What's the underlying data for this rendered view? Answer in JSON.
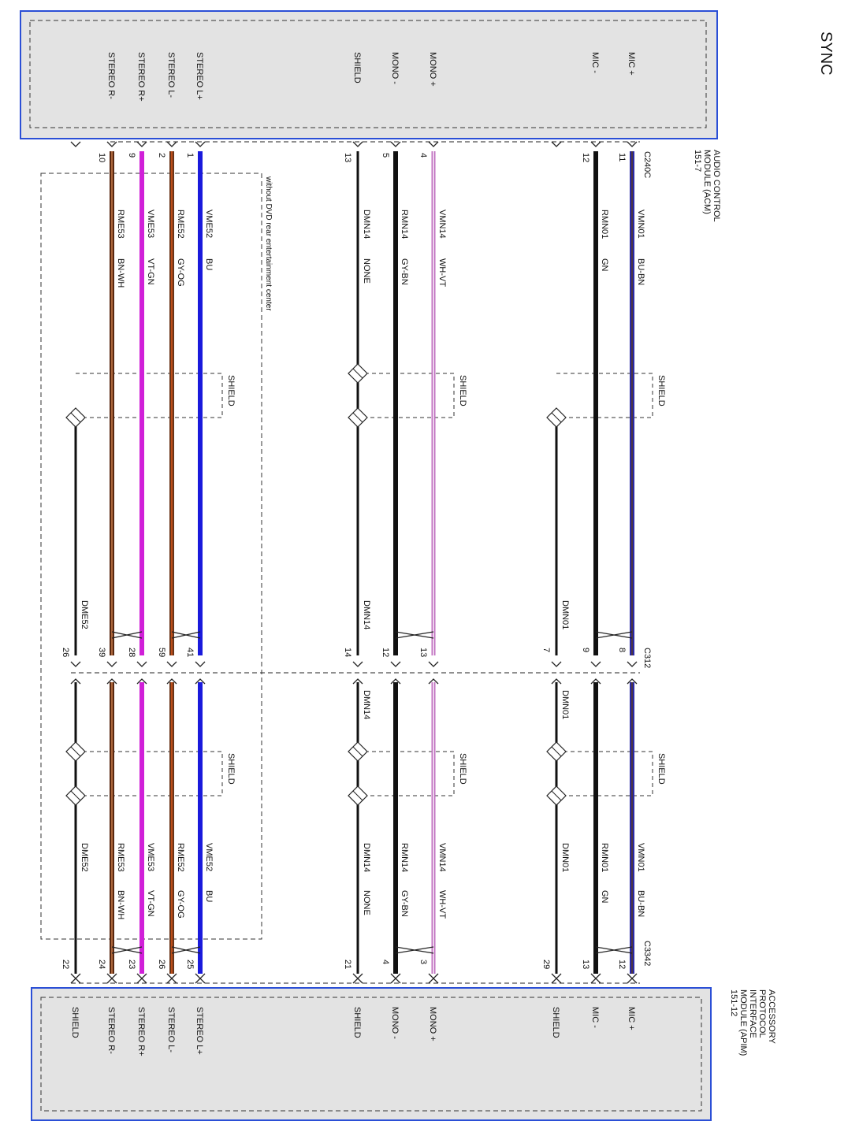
{
  "page_title": "SYNC",
  "top_module": {
    "name_lines": [
      "AUDIO CONTROL",
      "MODULE (ACM)",
      "151-7"
    ],
    "connector": "C240C",
    "pins": [
      "MIC +",
      "MIC -",
      "MONO +",
      "MONO -",
      "SHIELD",
      "STEREO L+",
      "STEREO L-",
      "STEREO R+",
      "STEREO R-"
    ]
  },
  "bottom_module": {
    "name_lines": [
      "ACCESSORY",
      "PROTOCOL",
      "INTERFACE",
      "MODULE (APIM)",
      "151-12"
    ],
    "connector": "C3342",
    "pins": [
      "MIC +",
      "MIC -",
      "SHIELD",
      "MONO +",
      "MONO -",
      "SHIELD",
      "STEREO L+",
      "STEREO L-",
      "STEREO R+",
      "STEREO R-",
      "SHIELD"
    ]
  },
  "inline_connector": "C312",
  "shield_label": "SHIELD",
  "option_note": "without DVD rear entertainment center",
  "wires": [
    {
      "id": "mic-plus",
      "circuit": "VMN01",
      "color": "BU-BN",
      "top_pin": "11",
      "mid_pin_a": "8",
      "mid_pin_b": "8",
      "bottom_pin": "12",
      "stroke": "#2a2aa8",
      "stripe": "#5b3a1a"
    },
    {
      "id": "mic-minus",
      "circuit": "RMN01",
      "color": "GN",
      "top_pin": "12",
      "mid_pin_a": "9",
      "mid_pin_b": "9",
      "bottom_pin": "13",
      "stroke": "#111111",
      "stripe": ""
    },
    {
      "id": "mic-drain",
      "circuit": "DMN01",
      "color": "",
      "top_pin": "",
      "mid_pin_a": "7",
      "mid_pin_b": "7",
      "bottom_pin": "29",
      "stroke": "#111111",
      "stripe": ""
    },
    {
      "id": "mono-plus",
      "circuit": "VMN14",
      "color": "WH-VT",
      "top_pin": "4",
      "mid_pin_a": "13",
      "mid_pin_b": "13",
      "bottom_pin": "3",
      "stroke": "#c070c0",
      "stripe": "#ffffff"
    },
    {
      "id": "mono-minus",
      "circuit": "RMN14",
      "color": "GY-BN",
      "top_pin": "5",
      "mid_pin_a": "12",
      "mid_pin_b": "12",
      "bottom_pin": "4",
      "stroke": "#111111",
      "stripe": ""
    },
    {
      "id": "mono-shield",
      "circuit": "DMN14",
      "color": "NONE",
      "top_pin": "13",
      "mid_pin_a": "14",
      "mid_pin_b": "14",
      "bottom_pin": "21",
      "stroke": "#111111",
      "stripe": ""
    },
    {
      "id": "stereo-l-plus",
      "circuit": "VME52",
      "color": "BU",
      "top_pin": "1",
      "mid_pin_a": "41",
      "mid_pin_b": "41",
      "bottom_pin": "25",
      "stroke": "#1a1adc",
      "stripe": ""
    },
    {
      "id": "stereo-l-minus",
      "circuit": "RME52",
      "color": "GY-OG",
      "top_pin": "2",
      "mid_pin_a": "59",
      "mid_pin_b": "59",
      "bottom_pin": "26",
      "stroke": "#6a3418",
      "stripe": "#e05a1a"
    },
    {
      "id": "stereo-r-plus",
      "circuit": "VME53",
      "color": "VT-GN",
      "top_pin": "9",
      "mid_pin_a": "28",
      "mid_pin_b": "28",
      "bottom_pin": "23",
      "stroke": "#d020d8",
      "stripe": ""
    },
    {
      "id": "stereo-r-minus",
      "circuit": "RME53",
      "color": "BN-WH",
      "top_pin": "10",
      "mid_pin_a": "39",
      "mid_pin_b": "39",
      "bottom_pin": "24",
      "stroke": "#5a2810",
      "stripe": "#d08050"
    },
    {
      "id": "stereo-drain",
      "circuit": "DME52",
      "color": "",
      "top_pin": "",
      "mid_pin_a": "26",
      "mid_pin_b": "26",
      "bottom_pin": "22",
      "stroke": "#111111",
      "stripe": ""
    }
  ]
}
